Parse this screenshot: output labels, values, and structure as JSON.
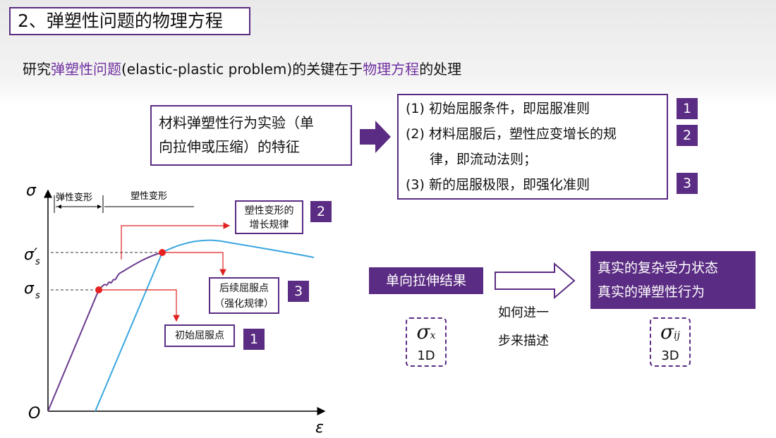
{
  "slide": {
    "title": "2、弹塑性问题的物理方程",
    "intro": {
      "prefix": "研究",
      "highlight1": "弹塑性问题",
      "middle": "(elastic-plastic problem)的关键在于",
      "highlight2": "物理方程",
      "suffix": "的处理"
    },
    "material_box": {
      "line1": "材料弹塑性行为实验（单",
      "line2": "向拉伸或压缩）的特征"
    },
    "conditions": {
      "item1": "(1) 初始屈服条件，即屈服准则",
      "item2_line1": "(2) 材料屈服后，塑性应变增长的规",
      "item2_line2": "律，即流动法则；",
      "item3": "(3) 新的屈服极限，即强化准则",
      "badges": [
        "1",
        "2",
        "3"
      ]
    },
    "chart": {
      "y_axis_label": "σ",
      "x_axis_label": "ε",
      "origin_label": "O",
      "sigma_s_label": "σ",
      "sigma_s_sub": "s",
      "sigma_s_prime_label": "σ′",
      "sigma_s_prime_sub": "s",
      "elastic_label": "弹性变形",
      "plastic_label": "塑性变形",
      "callouts": {
        "growth_line1": "塑性变形的",
        "growth_line2": "增长规律",
        "growth_badge": "2",
        "subsequent_line1": "后续屈服点",
        "subsequent_line2": "（强化规律）",
        "subsequent_badge": "3",
        "initial": "初始屈服点",
        "initial_badge": "1"
      },
      "colors": {
        "loading_curve": "#6a3a8e",
        "unloading_curve": "#3ba7e0",
        "arrows": "#e02020"
      }
    },
    "bottom": {
      "uniaxial": "单向拉伸结果",
      "sigma_x": "σ",
      "sigma_x_sub": "x",
      "dim_1d": "1D",
      "question_line1": "如何进一",
      "question_line2": "步来描述",
      "real_line1": "真实的复杂受力状态",
      "real_line2": "真实的弹塑性行为",
      "sigma_ij": "σ",
      "sigma_ij_sub": "ij",
      "dim_3d": "3D"
    }
  }
}
